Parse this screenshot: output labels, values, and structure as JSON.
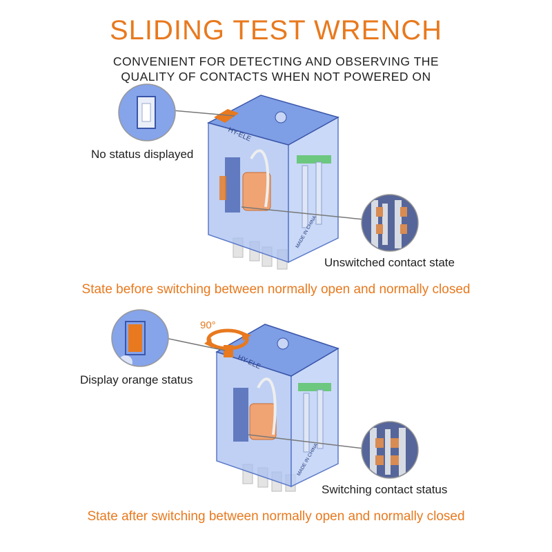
{
  "header": {
    "title": "SLIDING TEST WRENCH",
    "subtitle_line1": "CONVENIENT FOR DETECTING AND OBSERVING THE",
    "subtitle_line2": "QUALITY OF CONTACTS WHEN NOT POWERED ON"
  },
  "top_panel": {
    "indicator_label": "No status displayed",
    "contact_label": "Unswitched contact state",
    "caption": "State before switching between normally open and normally closed",
    "relay_brand": "HY-ELE",
    "relay_made_in": "MADE IN CHINA"
  },
  "bottom_panel": {
    "rotation_label": "90°",
    "indicator_label": "Display orange status",
    "contact_label": "Switching contact status",
    "caption": "State after switching between normally open and normally closed",
    "relay_brand": "HY-ELE",
    "relay_made_in": "MADE IN CHINA"
  },
  "colors": {
    "accent": "#e8791e",
    "relay_blue": "#7e9ee6",
    "relay_dark": "#3a55a8",
    "text": "#1e1e1e"
  },
  "icons": [
    "orange-slider-tab-icon",
    "rotation-arrow-icon"
  ]
}
